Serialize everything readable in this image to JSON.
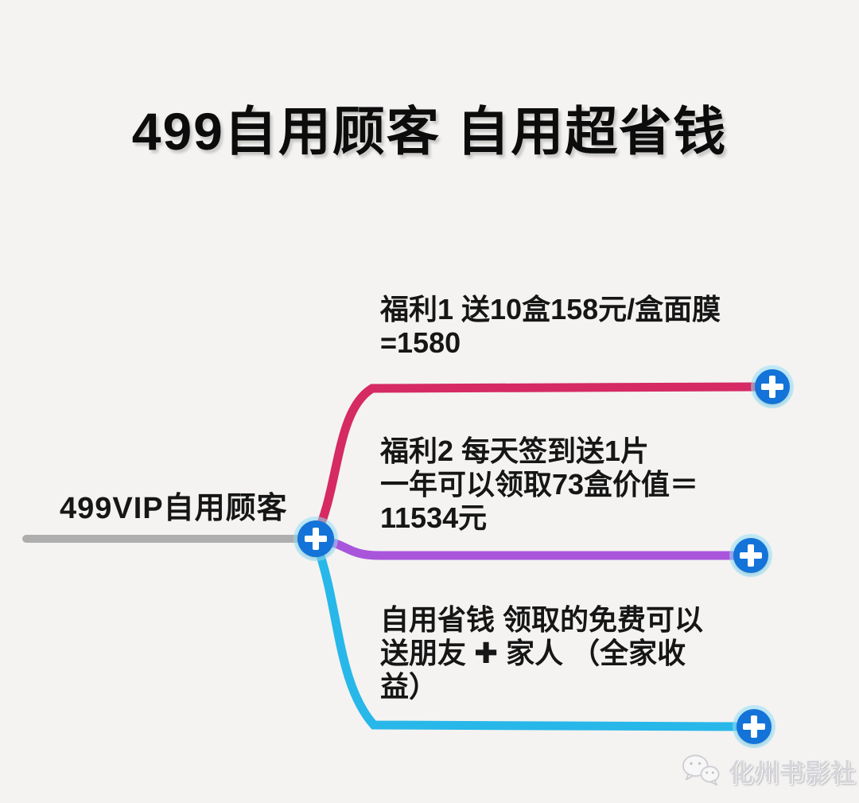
{
  "title": "499自用顾客 自用超省钱",
  "root": {
    "label": "499VIP自用顾客"
  },
  "branches": [
    {
      "id": "benefit-1",
      "lines": [
        "福利1 送10盒158元/盒面膜",
        "=1580"
      ],
      "color": "#d52a63"
    },
    {
      "id": "benefit-2",
      "lines": [
        "福利2 每天签到送1片",
        "一年可以领取73盒价值＝",
        "11534元"
      ],
      "color": "#a855dc"
    },
    {
      "id": "self-use-saving",
      "lines": [
        "自用省钱 领取的免费可以",
        "送朋友 ✚ 家人 （全家收",
        "益）"
      ],
      "color": "#28b7e9"
    }
  ],
  "icons": {
    "plus_button": "plus-icon",
    "watermark_logo": "wechat-icon"
  },
  "colors": {
    "background": "#f4f3f1",
    "title_text": "#0c0c0c",
    "node_text": "#161616",
    "root_underline": "#aeaeae",
    "branch1": "#d52a63",
    "branch2": "#a855dc",
    "branch3": "#28b7e9",
    "plus_button_bg": "#1373d8",
    "plus_button_glyph": "#ffffff",
    "watermark_text": "#d6d6da"
  },
  "watermark": {
    "text": "化州书影社"
  }
}
